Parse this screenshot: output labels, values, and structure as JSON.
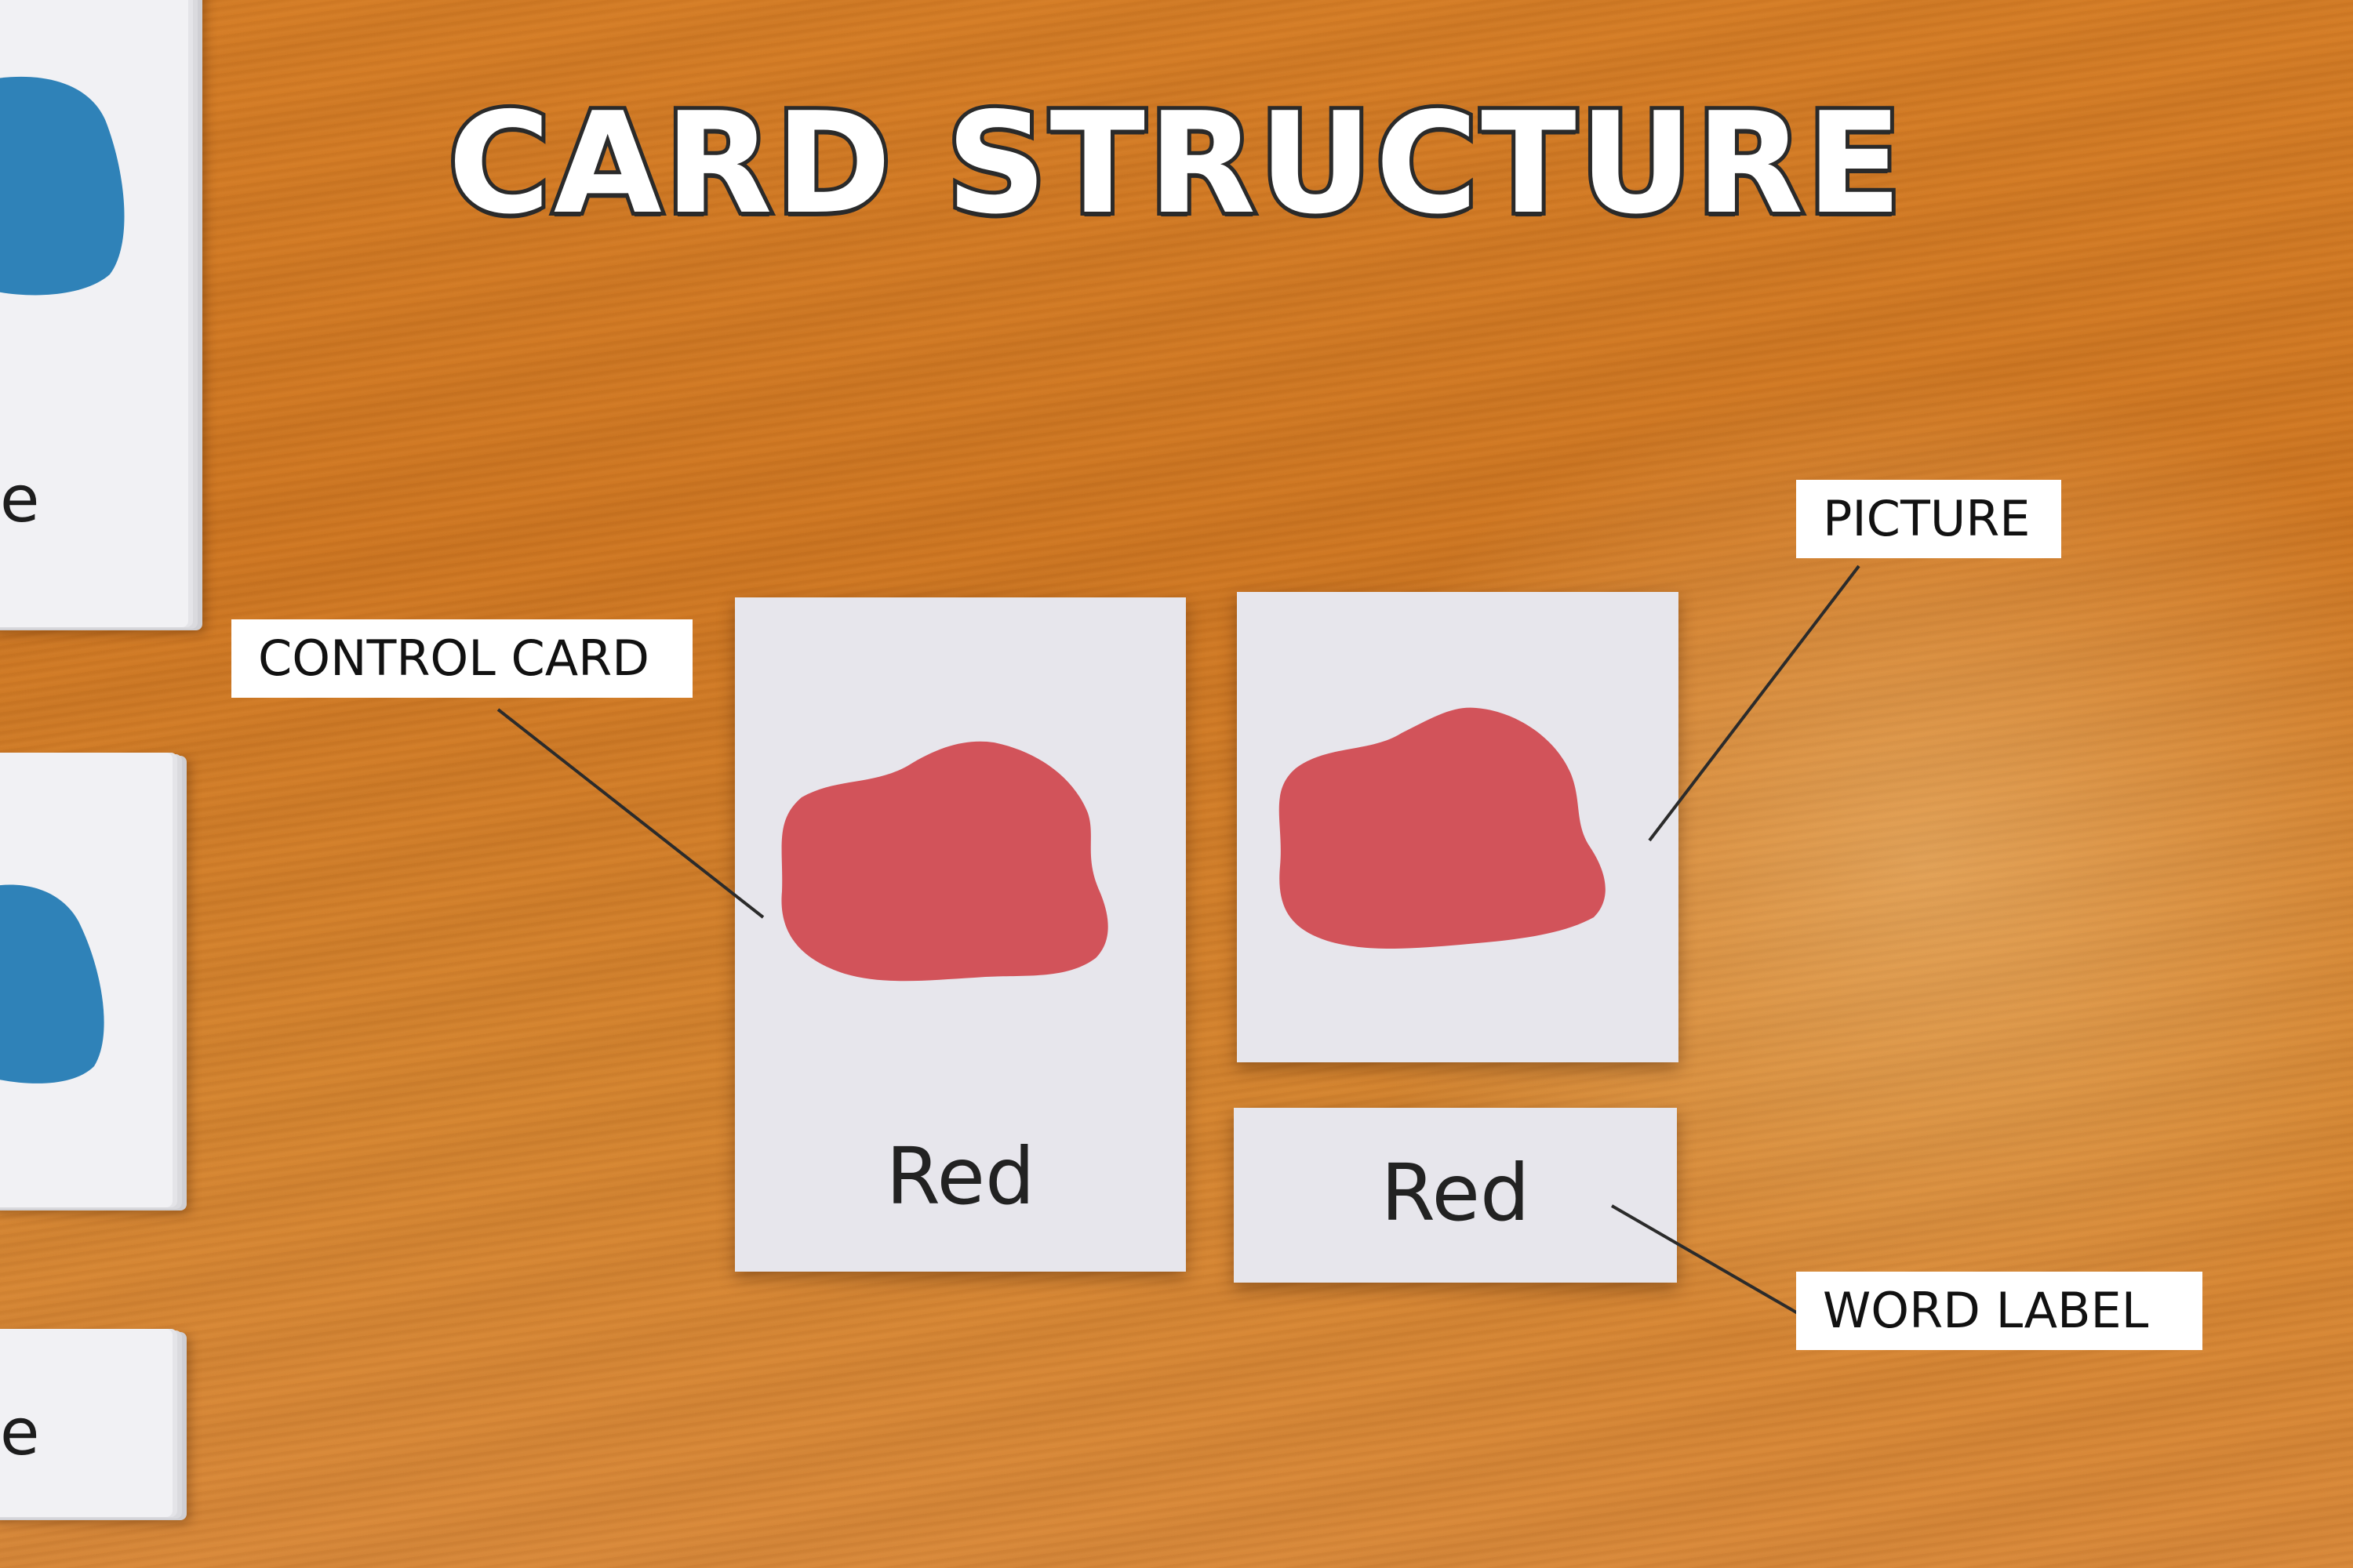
{
  "title": "CARD STRUCTURE",
  "control_card": {
    "word": "Red"
  },
  "word_label_card": {
    "word": "Red"
  },
  "stack_cards": [
    {
      "text": "e"
    },
    {
      "text": ""
    },
    {
      "text": "e"
    }
  ],
  "callouts": {
    "control_card": "CONTROL CARD",
    "picture": "PICTURE",
    "word_label": "WORD LABEL"
  },
  "colors": {
    "red_blob": "#d2535a",
    "blue_blob": "#2f82b8",
    "card": "#e7e6ec",
    "table": "#d17c25"
  }
}
